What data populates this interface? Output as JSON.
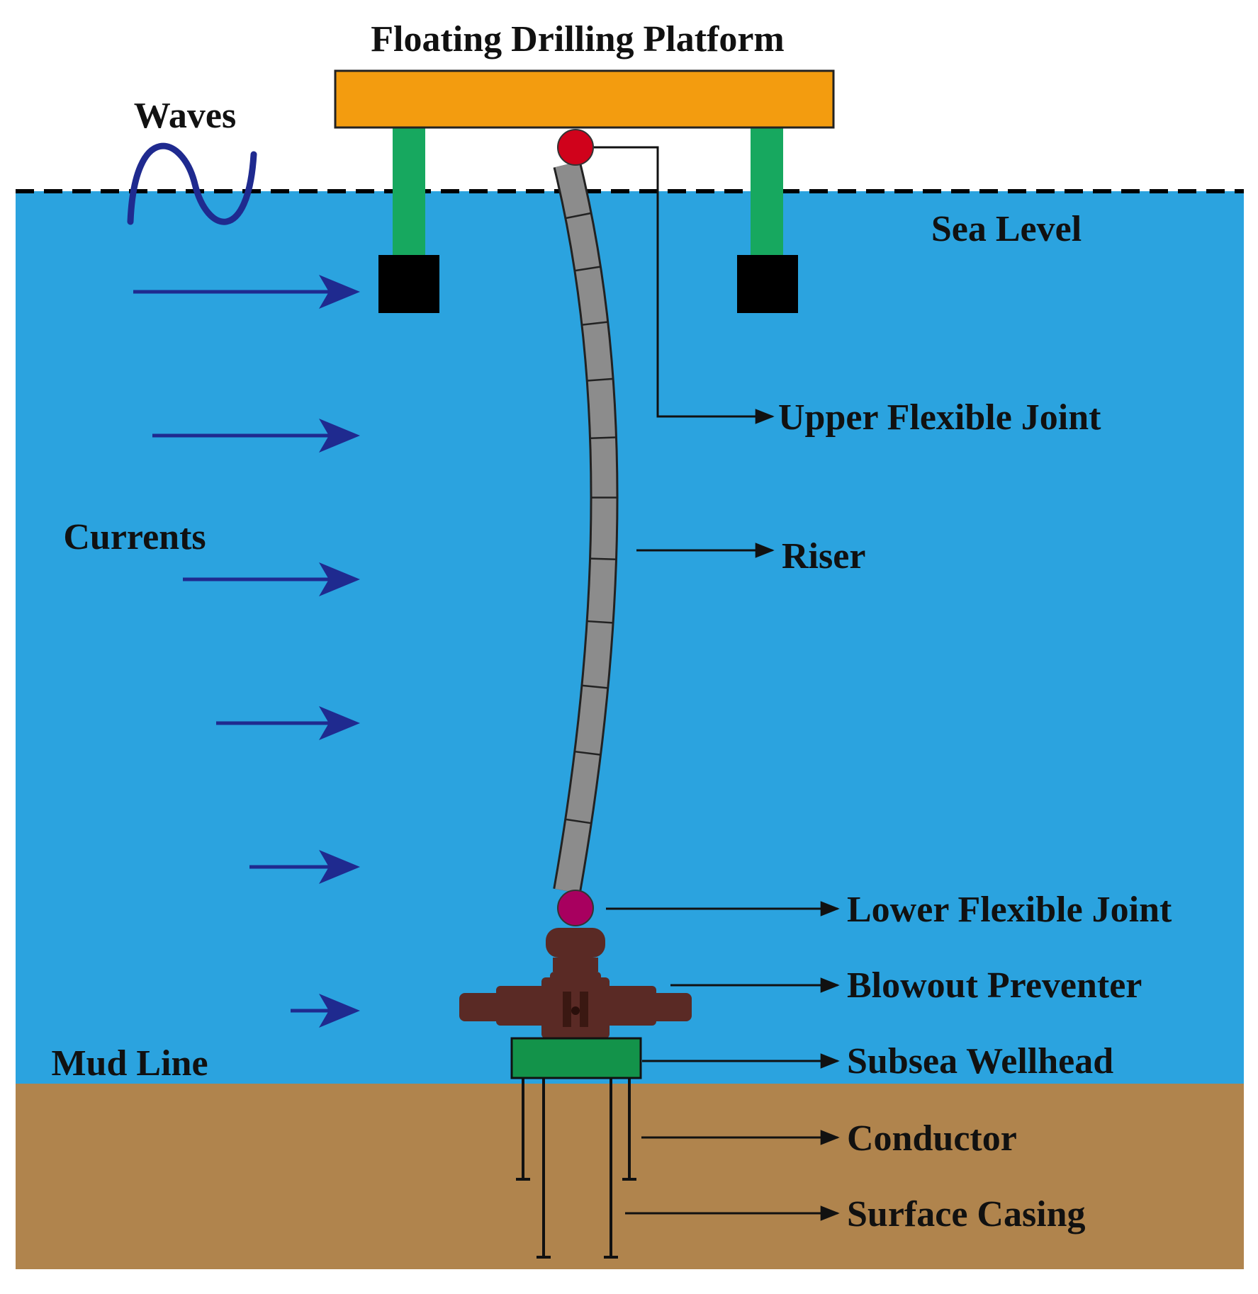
{
  "labels": {
    "platform": "Floating Drilling Platform",
    "waves": "Waves",
    "sea_level": "Sea Level",
    "currents": "Currents",
    "mud_line": "Mud Line",
    "upper_flexible_joint": "Upper Flexible Joint",
    "riser": "Riser",
    "lower_flexible_joint": "Lower Flexible Joint",
    "blowout_preventer": "Blowout Preventer",
    "subsea_wellhead": "Subsea Wellhead",
    "conductor": "Conductor",
    "surface_casing": "Surface Casing"
  },
  "colors": {
    "sea": "#2ba3df",
    "seabed": "#b0844d",
    "platform_deck": "#f39c0f",
    "platform_legs": "#17a85f",
    "pontoons": "#000000",
    "upper_joint": "#d0021b",
    "lower_joint": "#a8005f",
    "riser": "#8c8c8c",
    "current_arrows": "#1f2a8f",
    "wave": "#1f2a8f",
    "bop": "#5a2a25",
    "wellhead": "#13934a"
  },
  "current_arrow_count": 6,
  "riser_segment_count": 12
}
